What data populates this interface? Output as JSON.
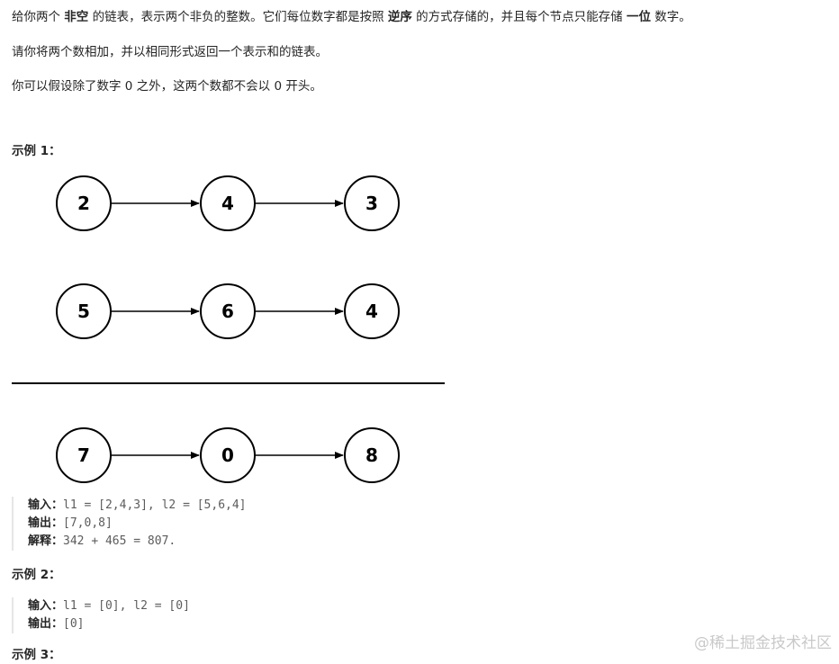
{
  "description": {
    "p1": {
      "a": "给你两个 ",
      "b": "非空",
      "c": " 的链表，表示两个非负的整数。它们每位数字都是按照 ",
      "d": "逆序",
      "e": " 的方式存储的，并且每个节点只能存储 ",
      "f": "一位",
      "g": " 数字。"
    },
    "p2": "请你将两个数相加，并以相同形式返回一个表示和的链表。",
    "p3": "你可以假设除了数字 0 之外，这两个数都不会以 0 开头。"
  },
  "examples": [
    {
      "title": "示例 1：",
      "diagram": {
        "list1": [
          "2",
          "4",
          "3"
        ],
        "list2": [
          "5",
          "6",
          "4"
        ],
        "result": [
          "7",
          "0",
          "8"
        ]
      },
      "input_label": "输入：",
      "input_value": "l1 = [2,4,3], l2 = [5,6,4]",
      "output_label": "输出：",
      "output_value": "[7,0,8]",
      "explain_label": "解释：",
      "explain_value": "342 + 465 = 807."
    },
    {
      "title": "示例 2：",
      "input_label": "输入：",
      "input_value": "l1 = [0], l2 = [0]",
      "output_label": "输出：",
      "output_value": "[0]"
    }
  ],
  "example3_title": "示例 3：",
  "watermark": "@稀土掘金技术社区"
}
